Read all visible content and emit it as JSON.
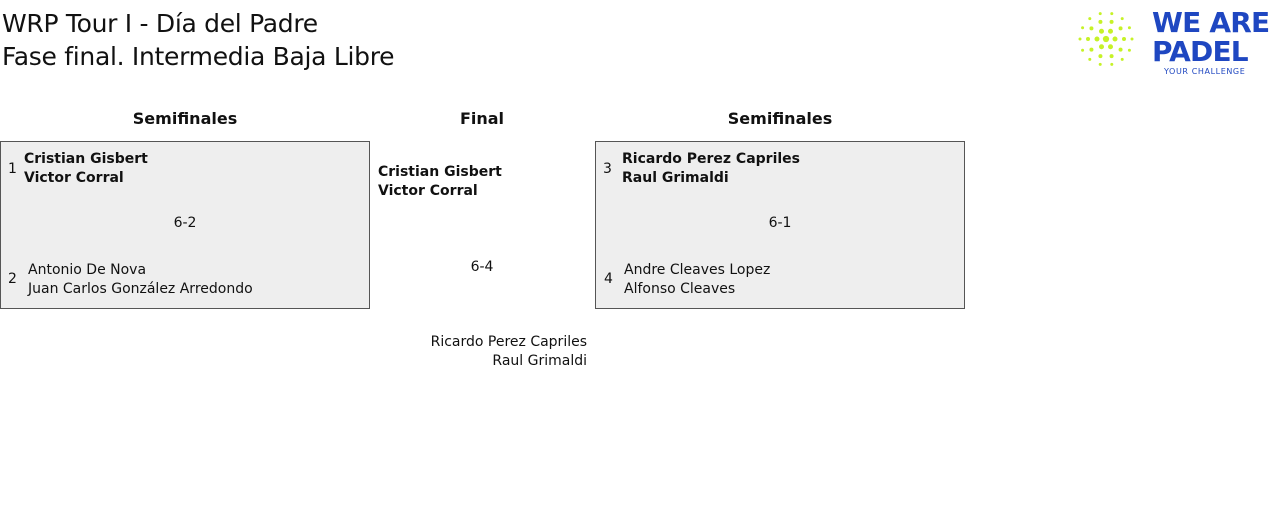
{
  "header": {
    "title_line1": "WRP Tour I - Día del Padre",
    "title_line2": "Fase final. Intermedia Baja Libre"
  },
  "logo": {
    "line1": "WE ARE",
    "line2": "PADEL",
    "tagline": "YOUR CHALLENGE",
    "dot_color": "#c6f227",
    "text_color": "#1f47c1"
  },
  "rounds": {
    "left_label": "Semifinales",
    "final_label": "Final",
    "right_label": "Semifinales"
  },
  "semifinal_left": {
    "team_a": {
      "seed": "1",
      "player1": "Cristian Gisbert",
      "player2": "Victor Corral"
    },
    "score": "6-2",
    "team_b": {
      "seed": "2",
      "player1": "Antonio De Nova",
      "player2": "Juan Carlos González Arredondo"
    }
  },
  "final": {
    "team_top": {
      "player1": "Cristian Gisbert",
      "player2": "Victor Corral"
    },
    "score": "6-4",
    "team_bottom": {
      "player1": "Ricardo Perez Capriles",
      "player2": "Raul Grimaldi"
    }
  },
  "semifinal_right": {
    "team_a": {
      "seed": "3",
      "player1": "Ricardo Perez Capriles",
      "player2": "Raul Grimaldi"
    },
    "score": "6-1",
    "team_b": {
      "seed": "4",
      "player1": "Andre Cleaves Lopez",
      "player2": "Alfonso Cleaves"
    }
  },
  "colors": {
    "box_background": "#eeeeee",
    "box_border": "#555555"
  }
}
